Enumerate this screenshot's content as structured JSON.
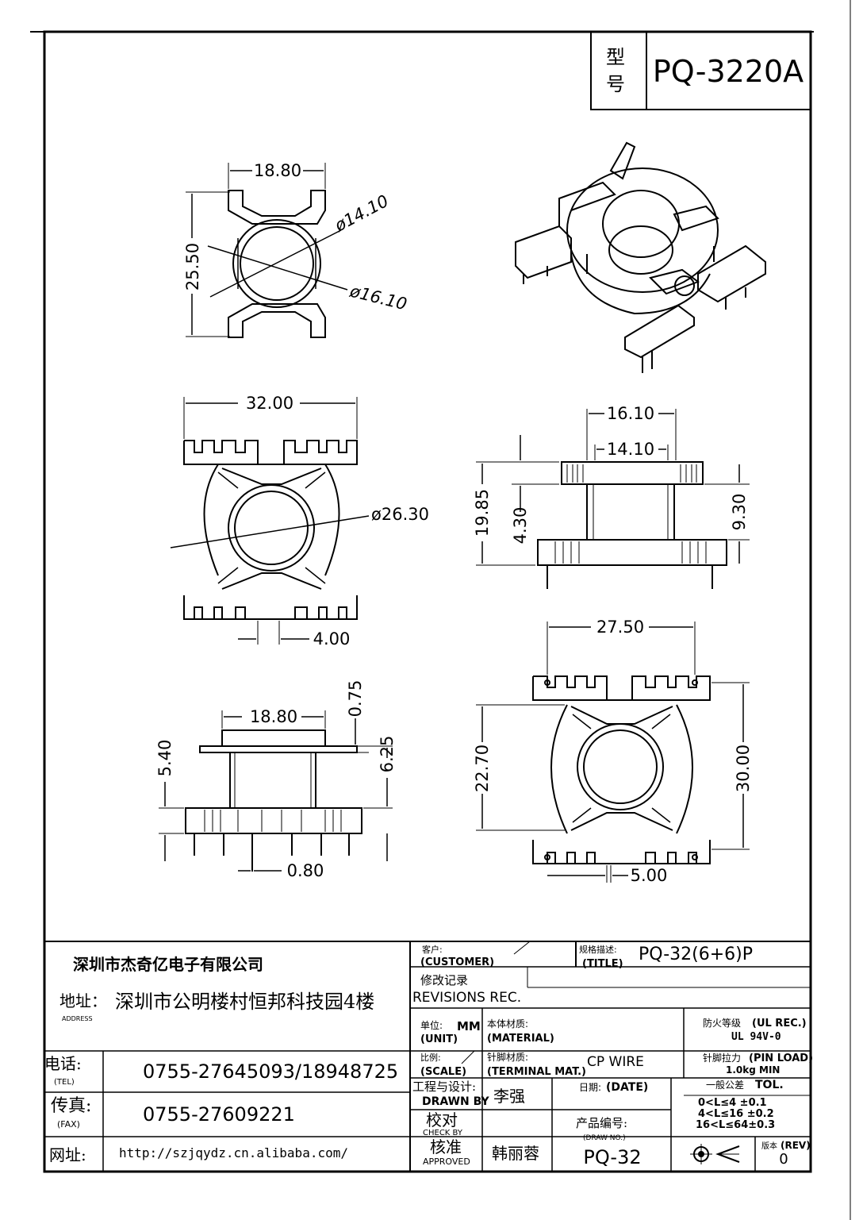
{
  "model": {
    "label_chars": [
      "型",
      "号"
    ],
    "value": "PQ-3220A"
  },
  "dimensions": {
    "top_view": {
      "width": "18.80",
      "height": "25.50",
      "inner_dia": "ø14.10",
      "outer_dia": "ø16.10"
    },
    "bottom_view": {
      "width": "32.00",
      "dia": "ø26.30",
      "pin_spacing": "4.00"
    },
    "side_view": {
      "outer": "16.10",
      "inner": "14.10",
      "total_height": "19.85",
      "flange_height": "4.30",
      "body_height": "9.30"
    },
    "front_view": {
      "width": "18.80",
      "flange": "0.75",
      "upper": "5.40",
      "height": "6.25",
      "pin_dia": "0.80"
    },
    "base_view": {
      "width": "27.50",
      "inner_height": "22.70",
      "outer_height": "30.00",
      "pin_pitch": "5.00"
    }
  },
  "title_block": {
    "company": "深圳市杰奇亿电子有限公司",
    "address_label": "地址：",
    "address_en": "ADDRESS",
    "address": "深圳市公明楼村恒邦科技园4楼",
    "tel_label": "电话:",
    "tel_en": "(TEL)",
    "tel": "0755-27645093/18948725",
    "fax_label": "传真:",
    "fax_en": "(FAX)",
    "fax": "0755-27609221",
    "web_label": "网址:",
    "web": "http://szjqydz.cn.alibaba.com/",
    "customer_label": "客户:",
    "customer_en": "(CUSTOMER)",
    "title_label": "规格描述:",
    "title_en": "(TITLE)",
    "title_value": "PQ-32(6+6)P",
    "revisions_label": "修改记录",
    "revisions_en": "REVISIONS REC.",
    "unit_label": "单位:",
    "unit_value": "MM",
    "unit_en": "(UNIT)",
    "material_label": "本体材质:",
    "material_en": "(MATERIAL)",
    "ul_label": "防火等级",
    "ul_en": "(UL REC.)",
    "ul_value": "UL 94V-0",
    "scale_label": "比例:",
    "scale_en": "(SCALE)",
    "terminal_label": "针脚材质:",
    "terminal_en": "(TERMINAL MAT.)",
    "terminal_value": "CP WIRE",
    "pin_load_label": "针脚拉力",
    "pin_load_en": "(PIN LOAD)",
    "pin_load_value": "1.0kg MIN",
    "drawn_label": "工程与设计:",
    "drawn_en": "DRAWN BY",
    "drawn_value": "李强",
    "date_label": "日期:",
    "date_en": "(DATE)",
    "tol_label": "一般公差",
    "tol_en": "TOL.",
    "tol_rows": [
      "0<L≤4 ±0.1",
      "4<L≤16 ±0.2",
      "16<L≤64±0.3"
    ],
    "check_label": "校对",
    "check_en": "CHECK BY",
    "drawing_no_label": "产品编号:",
    "drawing_no_en": "(DRAW NO.)",
    "drawing_no": "PQ-32",
    "approved_label": "核准",
    "approved_en": "APPROVED",
    "approved_value": "韩丽蓉",
    "rev_label": "版本",
    "rev_en": "(REV)",
    "rev_value": "0"
  },
  "icons": {
    "projection": "third-angle-projection-icon",
    "isometric": "bobbin-isometric-view"
  }
}
